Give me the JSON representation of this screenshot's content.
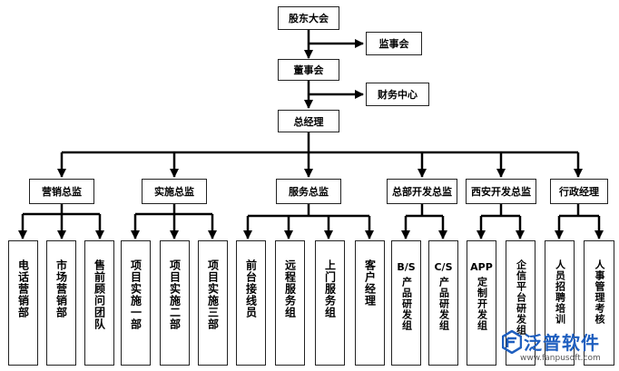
{
  "nodes": {
    "shareholders": "股东大会",
    "supervisory": "监事会",
    "board": "董事会",
    "finance": "财务中心",
    "gm": "总经理",
    "marketing": "营销总监",
    "implementation": "实施总监",
    "service": "服务总监",
    "hq_dev": "总部开发总监",
    "xian_dev": "西安开发总监",
    "admin": "行政经理"
  },
  "leaves": {
    "telemarketing": "电话营销部",
    "market_marketing": "市场营销部",
    "presales": "售前顾问团队",
    "impl1": "项目实施一部",
    "impl2": "项目实施二部",
    "impl3": "项目实施三部",
    "reception": "前台接线员",
    "remote": "远程服务组",
    "onsite": "上门服务组",
    "customer_mgr": "客户经理",
    "bs_prefix": "B/S",
    "bs_suffix": "产品研发组",
    "cs_prefix": "C/S",
    "cs_suffix": "产品研发组",
    "app_prefix": "APP",
    "app_suffix": "定制开发组",
    "enterprise_platform": "企信平台研发组",
    "recruitment": "人员招聘培训",
    "hr_assessment": "人事管理考核"
  },
  "watermark": {
    "name": "泛普软件",
    "url": "www.fanpusoft.com"
  }
}
